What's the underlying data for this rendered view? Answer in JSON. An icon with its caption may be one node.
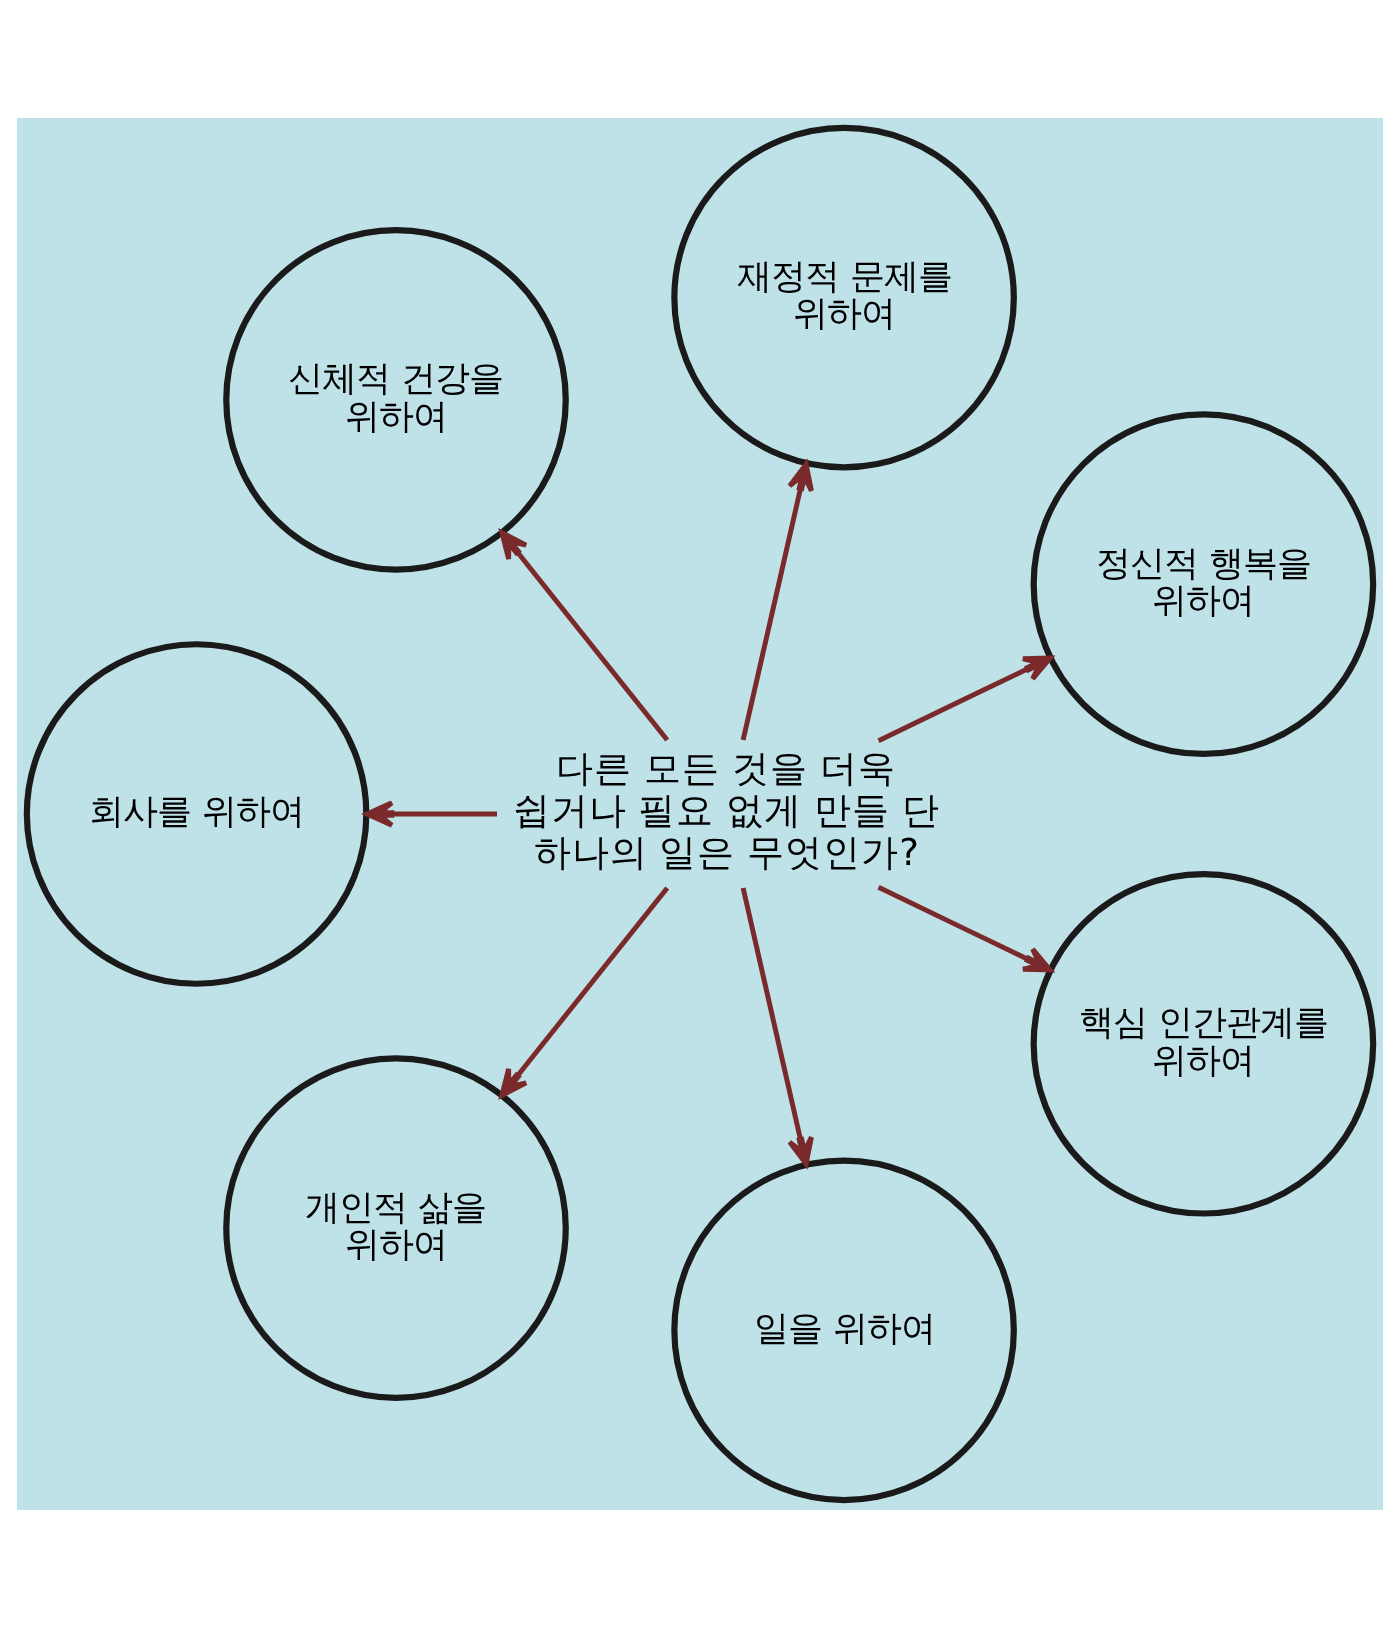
{
  "diagram": {
    "nodes": [
      {
        "text": [
          "정신적 행복을 위하여"
        ]
      },
      {
        "text": [
          "재정적 문제를 위하여"
        ]
      },
      {
        "text": [
          "신체적 건강을 위하여"
        ]
      },
      {
        "text": [
          "다른 모든 것을 더욱 쉽거나 필요 없게 만들 단 하나의 일은 무엇인가?"
        ]
      },
      {
        "text": [
          "회사를 위하여"
        ]
      },
      {
        "text": [
          "개인적 삶을 위하여"
        ]
      },
      {
        "text": [
          "일을 위하여"
        ]
      },
      {
        "text": [
          "핵심 인간관계를 위하여"
        ]
      }
    ],
    "edges": [
      {
        "from": 3,
        "to": 0,
        "arrow": "to"
      },
      {
        "from": 3,
        "to": 2,
        "arrow": "to"
      },
      {
        "from": 3,
        "to": 5,
        "arrow": "to"
      },
      {
        "from": 3,
        "to": 7,
        "arrow": "to"
      },
      {
        "from": 3,
        "to": 6,
        "arrow": "to"
      },
      {
        "from": 3,
        "to": 4,
        "arrow": "to"
      },
      {
        "from": 3,
        "to": 1,
        "arrow": "to"
      }
    ]
  }
}
